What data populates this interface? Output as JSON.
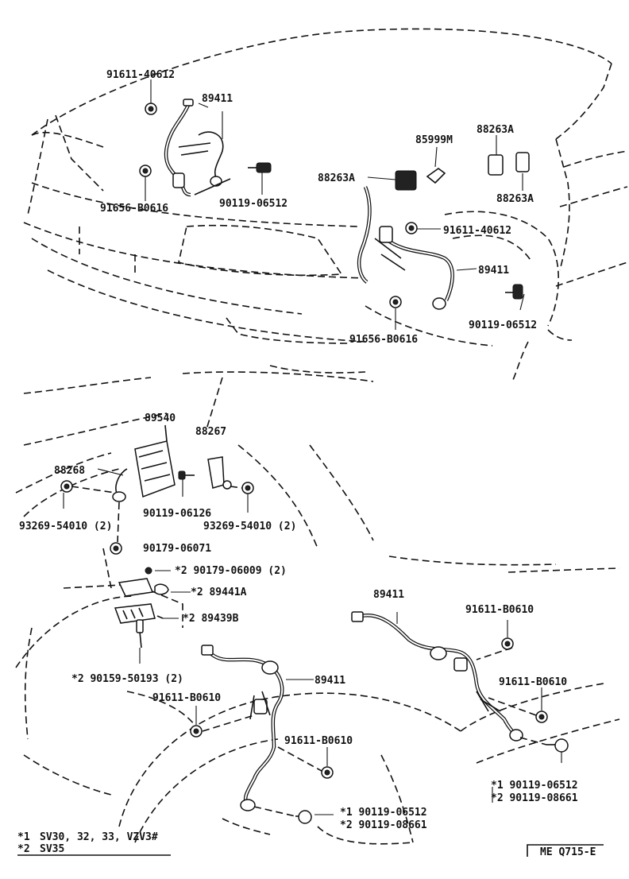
{
  "diagram_id": "ME Q715-E",
  "legend": [
    {
      "mark": "*1",
      "text": "SV30, 32, 33, VZV3#"
    },
    {
      "mark": "*2",
      "text": "SV35"
    }
  ],
  "labels": {
    "top_91611_40612": "91611-40612",
    "top_89411": "89411",
    "top_91656_b0616": "91656-B0616",
    "top_90119_06512": "90119-06512",
    "p85999m": "85999M",
    "p88263a_top": "88263A",
    "p88263a_left": "88263A",
    "p88263a_right": "88263A",
    "r_91611_40612": "91611-40612",
    "r_89411": "89411",
    "r_90119_06512": "90119-06512",
    "r_91656_b0616": "91656-B0616",
    "p89540": "89540",
    "p88267": "88267",
    "p88268": "88268",
    "p90119_06126": "90119-06126",
    "p93269_left": "93269-54010 (2)",
    "p93269_right": "93269-54010 (2)",
    "p90179_06071": "90179-06071",
    "p90179_06009": "*2  90179-06009 (2)",
    "p89441a": "*2  89441A",
    "p89439b": "*2  89439B",
    "p90159": "*2  90159-50193 (2)",
    "b_89411_right": "89411",
    "b_91611_b0610_a": "91611-B0610",
    "b_91611_b0610_b": "91611-B0610",
    "b_89411_left": "89411",
    "b_91611_b0610_c": "91611-B0610",
    "b_91611_b0610_d": "91611-B0610",
    "b_right_s1": "*1  90119-06512",
    "b_right_s2": "*2  90119-08661",
    "b_mid_s1": "*1  90119-06512",
    "b_mid_s2": "*2  90119-08661"
  }
}
